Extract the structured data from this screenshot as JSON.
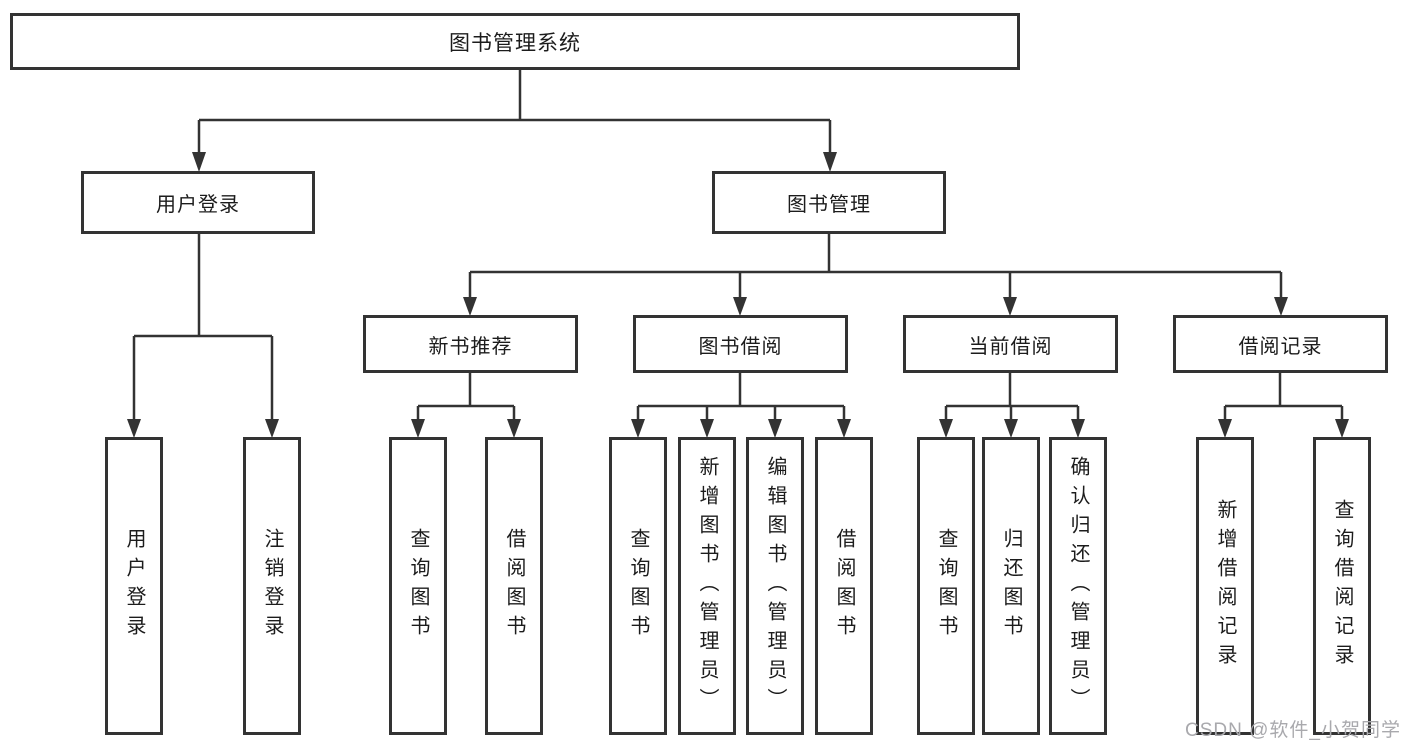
{
  "diagram": {
    "root": {
      "label": "图书管理系统"
    },
    "branches": [
      {
        "label": "用户登录",
        "children": [
          {
            "label": "用户登录"
          },
          {
            "label": "注销登录"
          }
        ]
      },
      {
        "label": "图书管理",
        "children": [
          {
            "label": "新书推荐",
            "children": [
              {
                "label": "查询图书"
              },
              {
                "label": "借阅图书"
              }
            ]
          },
          {
            "label": "图书借阅",
            "children": [
              {
                "label": "查询图书"
              },
              {
                "label": "新增图书（管理员）"
              },
              {
                "label": "编辑图书（管理员）"
              },
              {
                "label": "借阅图书"
              }
            ]
          },
          {
            "label": "当前借阅",
            "children": [
              {
                "label": "查询图书"
              },
              {
                "label": "归还图书"
              },
              {
                "label": "确认归还（管理员）"
              }
            ]
          },
          {
            "label": "借阅记录",
            "children": [
              {
                "label": "新增借阅记录"
              },
              {
                "label": "查询借阅记录"
              }
            ]
          }
        ]
      }
    ]
  },
  "watermark": {
    "text": "CSDN @软件_小贺同学"
  },
  "colors": {
    "background": "#ffffff",
    "line": "#333333",
    "text": "#1c1c1c",
    "watermark": "#a9a9ad"
  }
}
